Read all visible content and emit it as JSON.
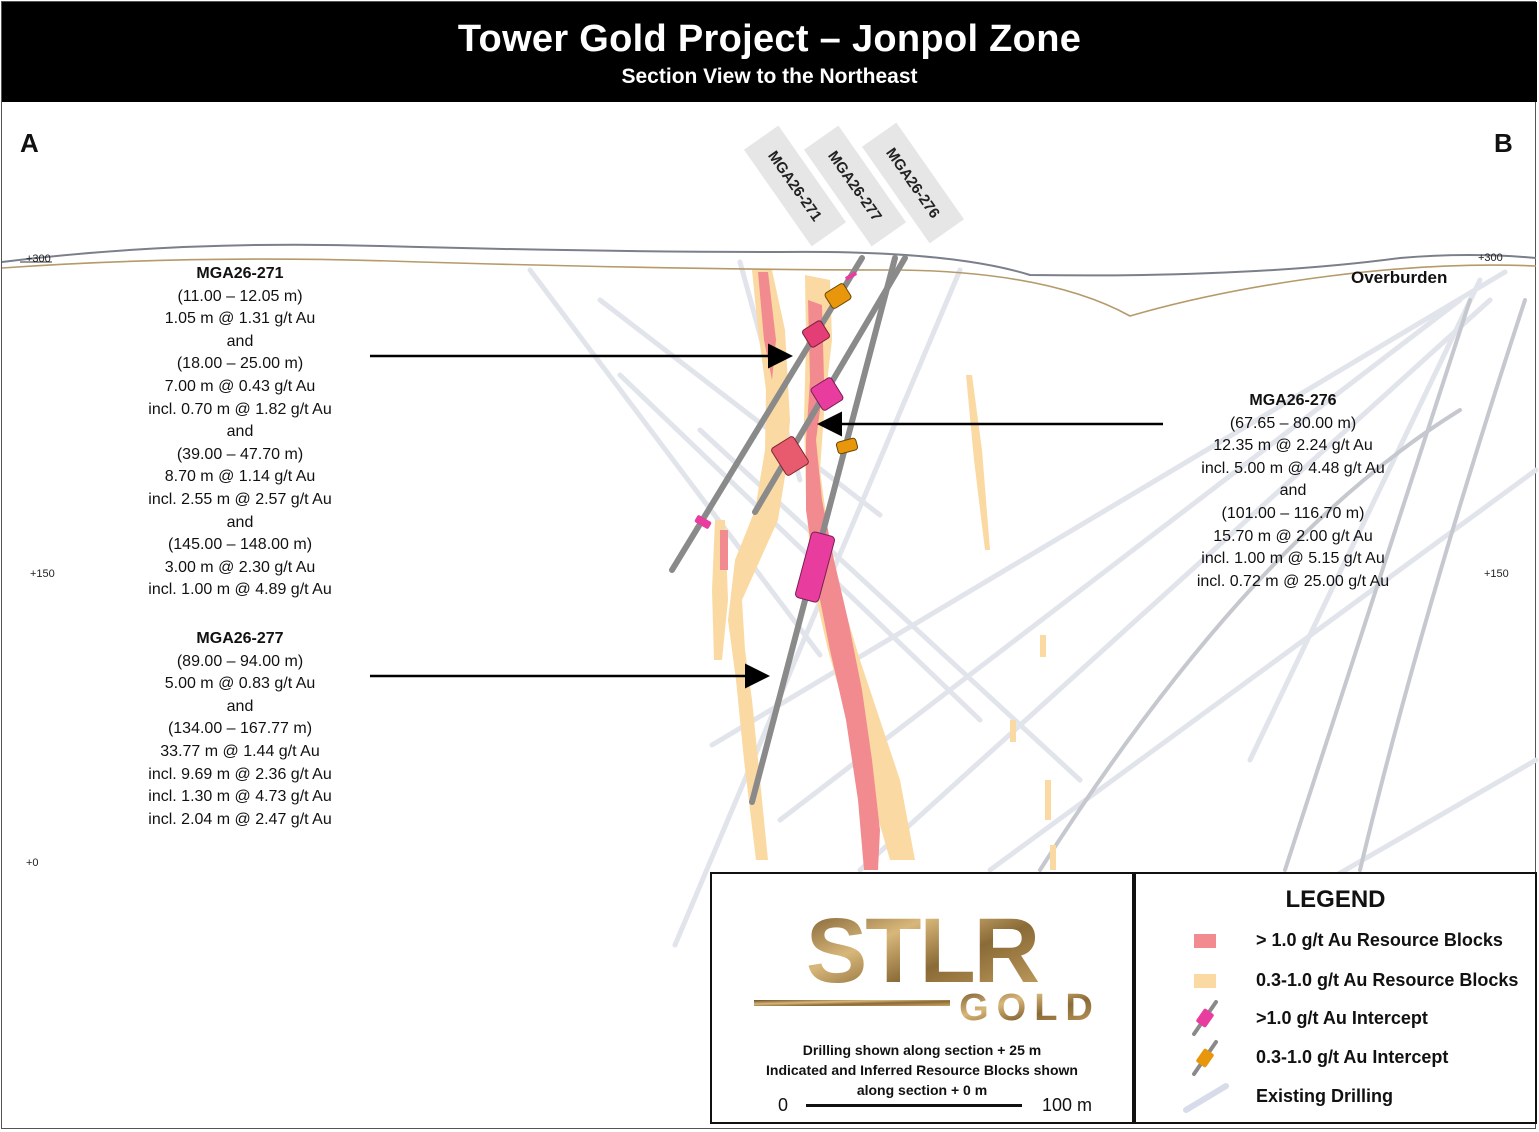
{
  "header": {
    "title": "Tower Gold Project – Jonpol Zone",
    "subtitle": "Section View to the Northeast"
  },
  "section": {
    "left_label": "A",
    "right_label": "B",
    "elevations": {
      "e300": "+300",
      "e150": "+150",
      "e0": "+0"
    },
    "overburden_label": "Overburden"
  },
  "holes": {
    "h271": "MGA26-271",
    "h277": "MGA26-277",
    "h276": "MGA26-276"
  },
  "annotations": {
    "mga271": [
      "MGA26-271",
      "(11.00 – 12.05 m)",
      "1.05 m @ 1.31 g/t Au",
      "and",
      "(18.00 – 25.00 m)",
      "7.00 m @ 0.43 g/t Au",
      "incl. 0.70 m @ 1.82 g/t Au",
      "and",
      "(39.00 – 47.70 m)",
      "8.70 m @ 1.14 g/t Au",
      "incl. 2.55 m @ 2.57 g/t Au",
      "and",
      "(145.00 – 148.00 m)",
      "3.00 m @ 2.30 g/t Au",
      "incl. 1.00 m @ 4.89 g/t Au"
    ],
    "mga277": [
      "MGA26-277",
      "(89.00 – 94.00 m)",
      "5.00 m @ 0.83 g/t Au",
      "and",
      "(134.00 – 167.77 m)",
      "33.77 m @ 1.44 g/t Au",
      "incl. 9.69 m @ 2.36 g/t Au",
      "incl. 1.30 m @ 4.73 g/t Au",
      "incl. 2.04 m @ 2.47 g/t Au"
    ],
    "mga276": [
      "MGA26-276",
      "(67.65 – 80.00 m)",
      "12.35 m @ 2.24 g/t Au",
      "incl. 5.00 m @ 4.48 g/t Au",
      "and",
      "(101.00 – 116.70 m)",
      "15.70 m @ 2.00 g/t Au",
      "incl. 1.00 m @ 5.15 g/t Au",
      "incl. 0.72 m @ 25.00 g/t Au"
    ]
  },
  "logo": {
    "brand": "STLR",
    "sub": "GOLD",
    "note1": "Drilling shown along section + 25 m",
    "note2": "Indicated and Inferred Resource Blocks shown",
    "note3": "along section + 0 m",
    "scale_start": "0",
    "scale_end": "100 m"
  },
  "legend": {
    "title": "LEGEND",
    "items": [
      "> 1.0 g/t Au Resource Blocks",
      "0.3-1.0 g/t Au Resource Blocks",
      ">1.0 g/t Au Intercept",
      "0.3-1.0 g/t Au Intercept",
      "Existing Drilling"
    ]
  },
  "colors": {
    "high_block": "#f28b8f",
    "low_block": "#fbd9a2",
    "high_intercept": "#e83d9e",
    "low_intercept": "#e8970c",
    "existing_drilling": "#d8dcea",
    "hole": "#8a8a8a",
    "topo": "#7a7f8a",
    "overburden_line": "#b59a6a"
  }
}
